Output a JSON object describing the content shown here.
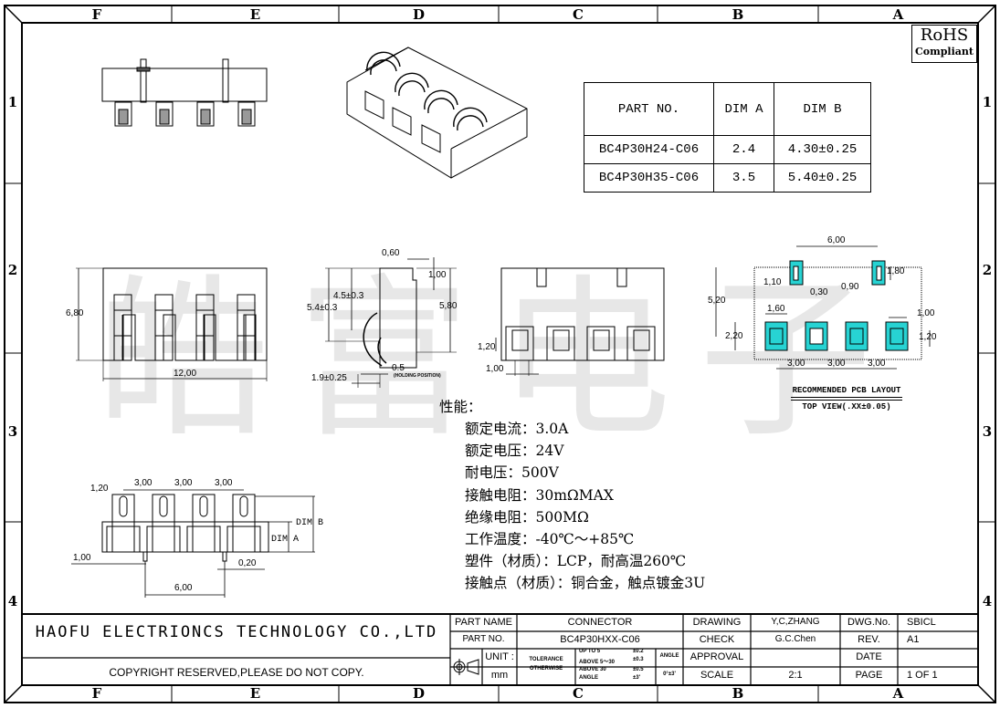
{
  "frame": {
    "columns": [
      "F",
      "E",
      "D",
      "C",
      "B",
      "A"
    ],
    "rows": [
      "1",
      "2",
      "3",
      "4"
    ]
  },
  "watermark": "皓富电子",
  "rohs": {
    "line1": "RoHS",
    "line2": "Compliant"
  },
  "dim_table": {
    "headers": [
      "PART NO.",
      "DIM A",
      "DIM B"
    ],
    "rows": [
      [
        "BC4P30H24-C06",
        "2.4",
        "4.30±0.25"
      ],
      [
        "BC4P30H35-C06",
        "3.5",
        "5.40±0.25"
      ]
    ]
  },
  "views": {
    "front": {
      "height": "6,80",
      "width": "12,00"
    },
    "side": {
      "d1": "0,60",
      "d2": "1,00",
      "d3": "4.5±0.3",
      "d4": "5.4±0.3",
      "d5": "5,80",
      "d6": "0.5",
      "d6_note": "(HOLDING POSITION)",
      "d7": "1.9±0.25"
    },
    "rear": {
      "d1": "1,20",
      "d2": "1,00"
    },
    "pcb": {
      "d_top": "6,00",
      "d_110": "1,10",
      "d_180": "1,80",
      "d_030": "0,30",
      "d_090": "0,90",
      "d_520": "5,20",
      "d_160": "1,60",
      "d_220": "2,20",
      "d_100": "1,00",
      "d_120": "1,20",
      "pitch": [
        "3,00",
        "3,00",
        "3,00"
      ],
      "caption1": "RECOMMENDED PCB LAYOUT",
      "caption2": "TOP VIEW(.XX±0.05)"
    },
    "bottom": {
      "d_120": "1,20",
      "pitch": [
        "3,00",
        "3,00",
        "3,00"
      ],
      "dim_a": "DIM A",
      "dim_b": "DIM B",
      "d_100": "1,00",
      "d_020": "0,20",
      "d_600": "6,00"
    }
  },
  "performance": {
    "title": "性能：",
    "lines": [
      "额定电流：3.0A",
      "额定电压：24V",
      "耐电压：500V",
      "接触电阻：30mΩMAX",
      "绝缘电阻：500MΩ",
      "工作温度：-40℃～+85℃",
      "塑件（材质）：LCP，耐高温260℃",
      "接触点（材质）：铜合金，触点镀金3U"
    ]
  },
  "title_block": {
    "company": "HAOFU ELECTRIONCS TECHNOLOGY CO.,LTD",
    "copyright": "COPYRIGHT RESERVED,PLEASE DO NOT COPY.",
    "part_name_label": "PART NAME",
    "part_name": "CONNECTOR",
    "part_no_label": "PART NO.",
    "part_no": "BC4P30HXX-C06",
    "unit_label": "UNIT :",
    "unit": "mm",
    "tolerance_label1": "TOLERANCE",
    "tolerance_label2": "OTHERWISE",
    "tol_rows": [
      [
        "UP TO 5",
        "±0.2"
      ],
      [
        "ABOVE 5～30",
        "±0.3"
      ],
      [
        "ABOVE 30",
        "±0.5"
      ],
      [
        "ANGLE",
        "±3'"
      ]
    ],
    "angle_label": "ANGLE",
    "angle_value": "0°±3'",
    "drawing_label": "DRAWING",
    "drawing": "Y,C,ZHANG",
    "check_label": "CHECK",
    "check": "G.C.Chen",
    "approval_label": "APPROVAL",
    "approval": "",
    "scale_label": "SCALE",
    "scale": "2:1",
    "dwg_no_label": "DWG.No.",
    "dwg_no": "SBICL",
    "rev_label": "REV.",
    "rev": "A1",
    "date_label": "DATE",
    "date": "",
    "page_label": "PAGE",
    "page": "1 OF 1"
  }
}
